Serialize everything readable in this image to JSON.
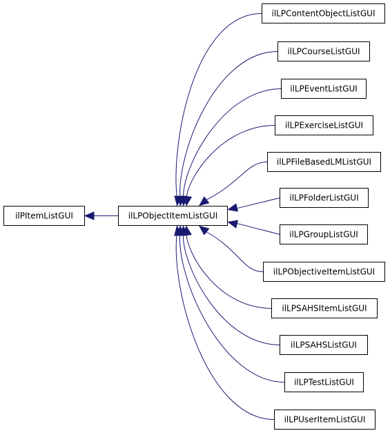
{
  "diagram": {
    "root": "ilPItemListGUI",
    "middle": "ilLPObjectItemListGUI",
    "children": [
      "ilLPContentObjectListGUI",
      "ilLPCourseListGUI",
      "ilLPEventListGUI",
      "ilLPExerciseListGUI",
      "ilLPFileBasedLMListGUI",
      "ilLPFolderListGUI",
      "ilLPGroupListGUI",
      "ilLPObjectiveItemListGUI",
      "ilLPSAHSItemListGUI",
      "ilLPSAHSListGUI",
      "ilLPTestListGUI",
      "ilLPUserItemListGUI"
    ]
  },
  "colors": {
    "edge": "#191970",
    "box_border": "#000000",
    "background": "#ffffff"
  }
}
